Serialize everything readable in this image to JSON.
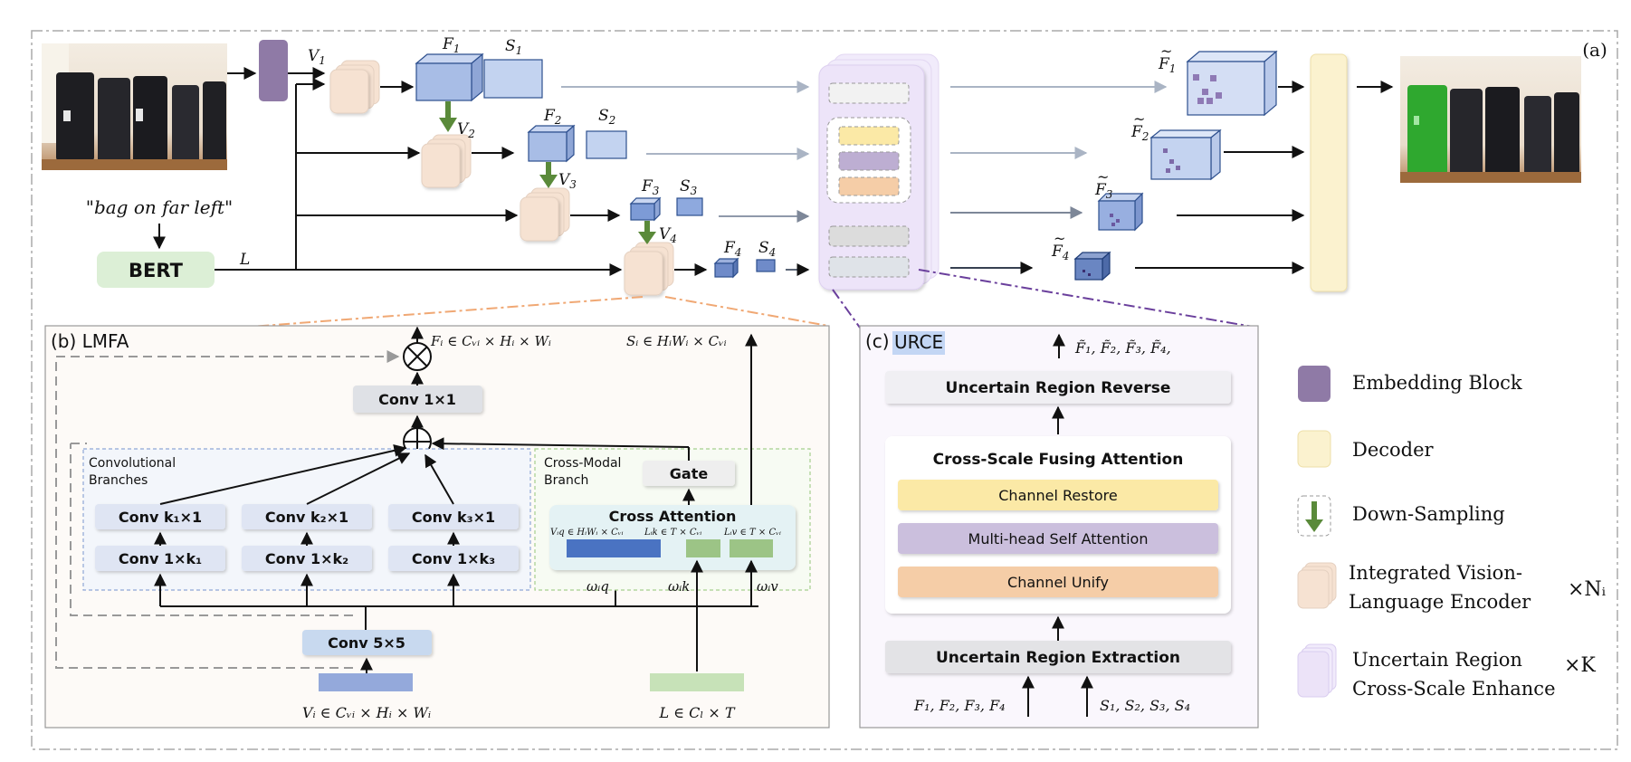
{
  "panel_a": {
    "tag": "(a)",
    "query": "\"bag on far left\"",
    "bert": "BERT",
    "L": "L",
    "V": [
      "V",
      "V",
      "V",
      "V"
    ],
    "V_sub": [
      "1",
      "2",
      "3",
      "4"
    ],
    "F": [
      "F",
      "F",
      "F",
      "F"
    ],
    "S": [
      "S",
      "S",
      "S",
      "S"
    ],
    "sub": [
      "1",
      "2",
      "3",
      "4"
    ]
  },
  "panel_b": {
    "title": "(b) LMFA",
    "out_f": "Fᵢ ∈ Cᵥᵢ × Hᵢ × Wᵢ",
    "out_s": "Sᵢ ∈ HᵢWᵢ × Cᵥᵢ",
    "conv11": "Conv 1×1",
    "conv_branches_1": "Convolutional",
    "conv_branches_2": "Branches",
    "cross_branch_1": "Cross-Modal",
    "cross_branch_2": "Branch",
    "convk1": [
      "Conv k₁×1",
      "Conv k₂×1",
      "Conv k₃×1"
    ],
    "conv1k": [
      "Conv 1×k₁",
      "Conv 1×k₂",
      "Conv 1×k₃"
    ],
    "gate": "Gate",
    "cross_attention": "Cross Attention",
    "viq": "Vᵢq ∈ HᵢWᵢ × Cᵥᵢ",
    "lik": "Lᵢk ∈ T × Cᵥᵢ",
    "liv": "Lᵢv ∈ T × Cᵥᵢ",
    "w_iq": "ωᵢq",
    "w_ik": "ωᵢk",
    "w_iv": "ωᵢv",
    "conv55": "Conv 5×5",
    "in_v": "Vᵢ ∈ Cᵥᵢ × Hᵢ × Wᵢ",
    "in_l": "L ∈ Cₗ × T"
  },
  "panel_c": {
    "title_prefix": "(c)",
    "title": "URCE",
    "outputs": "F̃₁, F̃₂, F̃₃, F̃₄,",
    "reverse": "Uncertain Region Reverse",
    "fusing": "Cross-Scale Fusing Attention",
    "restore": "Channel Restore",
    "mhsa": "Multi-head Self Attention",
    "unify": "Channel Unify",
    "extraction": "Uncertain Region Extraction",
    "in_f": "F₁, F₂, F₃, F₄",
    "in_s": "S₁, S₂, S₃, S₄"
  },
  "legend": {
    "embedding": "Embedding Block",
    "decoder": "Decoder",
    "downsampling": "Down-Sampling",
    "encoder_1": "Integrated Vision-",
    "encoder_2": "Language Encoder",
    "encoder_mult": "×Nᵢ",
    "urce_1": "Uncertain Region",
    "urce_2": "Cross-Scale Enhance",
    "urce_mult": "×K"
  },
  "colors": {
    "embedding": "#8f7aa6",
    "decoder": "#fbf2cf",
    "encoder": "#f6e2d2",
    "urce": "#ece3f8",
    "feature": "#a8bde6",
    "bert": "#dcefd6",
    "down_arrow": "#5a8a3a",
    "mask": "#2fa82f"
  }
}
